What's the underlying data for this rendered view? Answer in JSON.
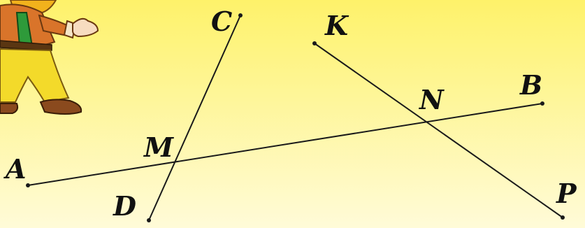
{
  "diagram": {
    "points": {
      "A": "A",
      "B": "B",
      "C": "C",
      "D": "D",
      "K": "K",
      "P": "P",
      "M": "M",
      "N": "N"
    },
    "segments": [
      [
        "A",
        "B"
      ],
      [
        "C",
        "D"
      ],
      [
        "K",
        "P"
      ]
    ],
    "intersections": [
      {
        "label": "M",
        "of": [
          "AB",
          "CD"
        ]
      },
      {
        "label": "N",
        "of": [
          "AB",
          "KP"
        ]
      }
    ]
  },
  "colors": {
    "background_top": "#fef26a",
    "background_bottom": "#fffbd8",
    "line": "#1a1a1a",
    "cartoon_shirt": "#d9742a",
    "cartoon_pants": "#f3da2a",
    "cartoon_tie": "#2e9a3a"
  },
  "decoration": {
    "cartoon": "cartoon-boy-pointing"
  }
}
